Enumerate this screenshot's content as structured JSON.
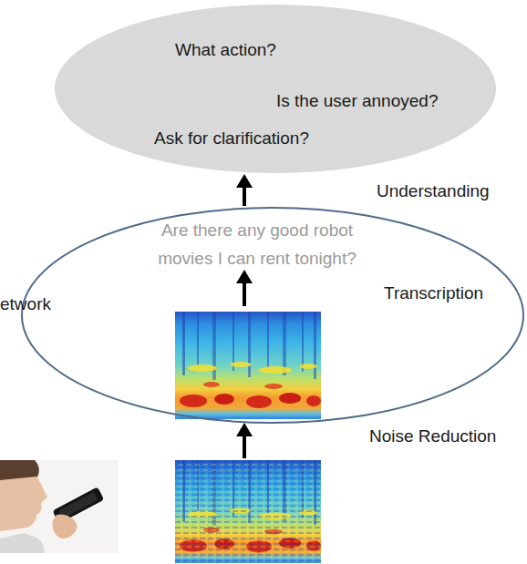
{
  "diagram": {
    "nodes": [
      {
        "text": [
          "What action?",
          "Is the user annoyed?",
          "Ask for clarification?"
        ]
      },
      {
        "text": [
          "Are there any good robot movies I can rent tonight?"
        ]
      }
    ],
    "edges": [
      {
        "from": 1,
        "to": 0,
        "arrow": "to"
      }
    ],
    "labels": [
      "Understanding",
      "Transcription",
      "etwork",
      "Noise Reduction"
    ]
  }
}
